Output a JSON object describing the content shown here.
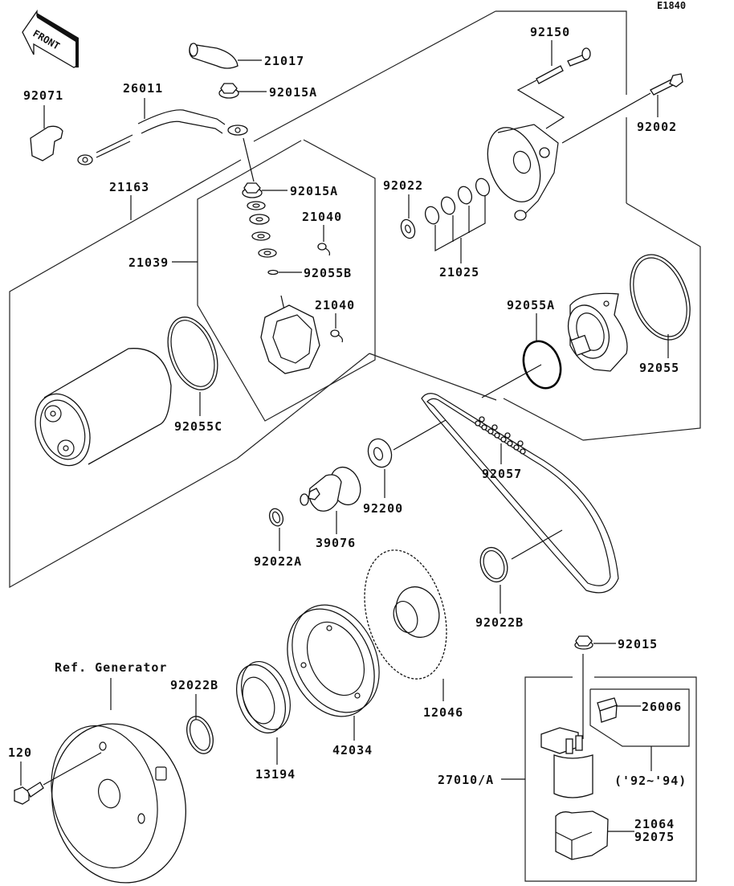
{
  "diagram": {
    "title_code": "E1840",
    "front_badge": "FRONT",
    "ref_note": "Ref. Generator",
    "year_note": "('92~'94)",
    "parts": [
      {
        "id": "21017",
        "label": "21017"
      },
      {
        "id": "92015A_top",
        "label": "92015A"
      },
      {
        "id": "26011",
        "label": "26011"
      },
      {
        "id": "92071",
        "label": "92071"
      },
      {
        "id": "92015A_mid",
        "label": "92015A"
      },
      {
        "id": "21163",
        "label": "21163"
      },
      {
        "id": "21040_a",
        "label": "21040"
      },
      {
        "id": "21039",
        "label": "21039"
      },
      {
        "id": "92055B",
        "label": "92055B"
      },
      {
        "id": "21040_b",
        "label": "21040"
      },
      {
        "id": "92055C",
        "label": "92055C"
      },
      {
        "id": "92150",
        "label": "92150"
      },
      {
        "id": "92002",
        "label": "92002"
      },
      {
        "id": "92022",
        "label": "92022"
      },
      {
        "id": "21025",
        "label": "21025"
      },
      {
        "id": "92055A",
        "label": "92055A"
      },
      {
        "id": "92055",
        "label": "92055"
      },
      {
        "id": "92057",
        "label": "92057"
      },
      {
        "id": "92200",
        "label": "92200"
      },
      {
        "id": "39076",
        "label": "39076"
      },
      {
        "id": "92022A",
        "label": "92022A"
      },
      {
        "id": "92022B_right",
        "label": "92022B"
      },
      {
        "id": "12046",
        "label": "12046"
      },
      {
        "id": "92015",
        "label": "92015"
      },
      {
        "id": "26006",
        "label": "26006"
      },
      {
        "id": "27010A",
        "label": "27010/A"
      },
      {
        "id": "21064",
        "label": "21064"
      },
      {
        "id": "92075",
        "label": "92075"
      },
      {
        "id": "92022B_left",
        "label": "92022B"
      },
      {
        "id": "120",
        "label": "120"
      },
      {
        "id": "13194",
        "label": "13194"
      },
      {
        "id": "42034",
        "label": "42034"
      }
    ]
  }
}
